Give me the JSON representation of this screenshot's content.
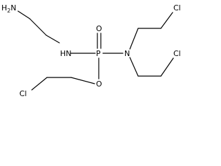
{
  "molecule": {
    "atoms": {
      "amine": "H2N",
      "amide_nh": "HN",
      "phosphorus": "P",
      "oxo": "O",
      "amide_n": "N",
      "ester_o": "O",
      "chlorine_upper": "Cl",
      "chlorine_lower": "Cl",
      "chlorine_left": "Cl"
    }
  },
  "colors": {
    "bond": "#000000",
    "label": "#000000",
    "background": "#ffffff"
  }
}
